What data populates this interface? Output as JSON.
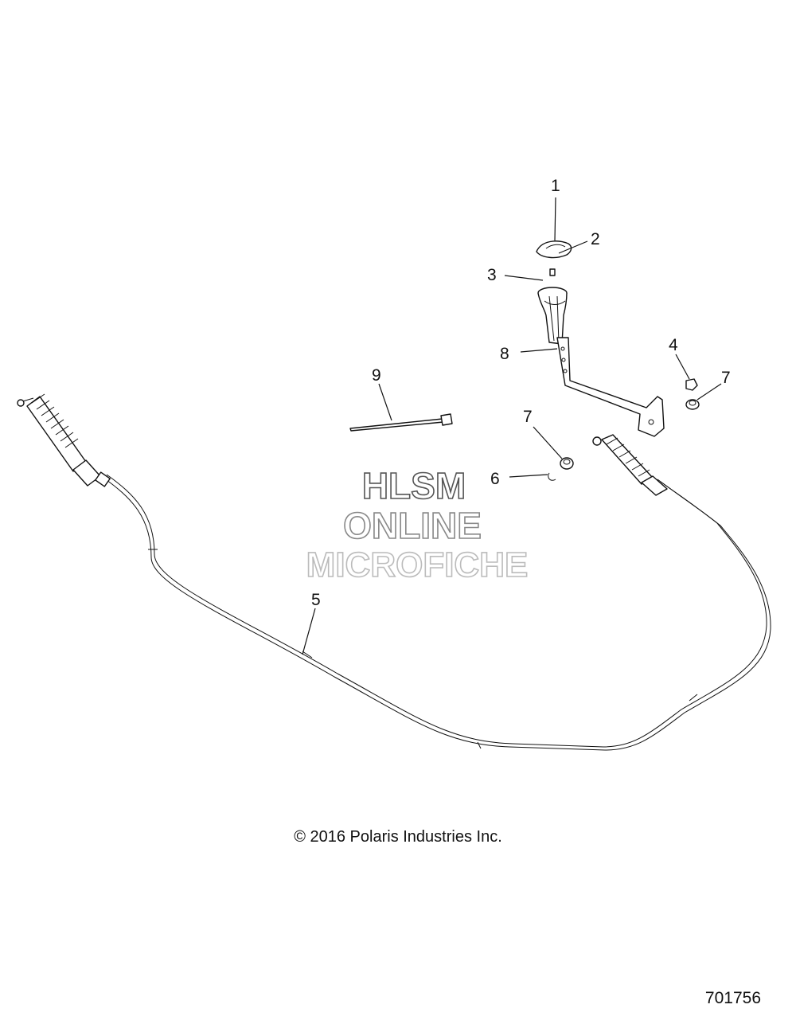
{
  "callouts": [
    "1",
    "2",
    "3",
    "4",
    "5",
    "6",
    "7",
    "7",
    "8",
    "9"
  ],
  "watermark": {
    "line1": "HLSM",
    "line2": "ONLINE",
    "line3": "MICROFICHE"
  },
  "copyright": "© 2016 Polaris Industries Inc.",
  "figure_number": "701756"
}
